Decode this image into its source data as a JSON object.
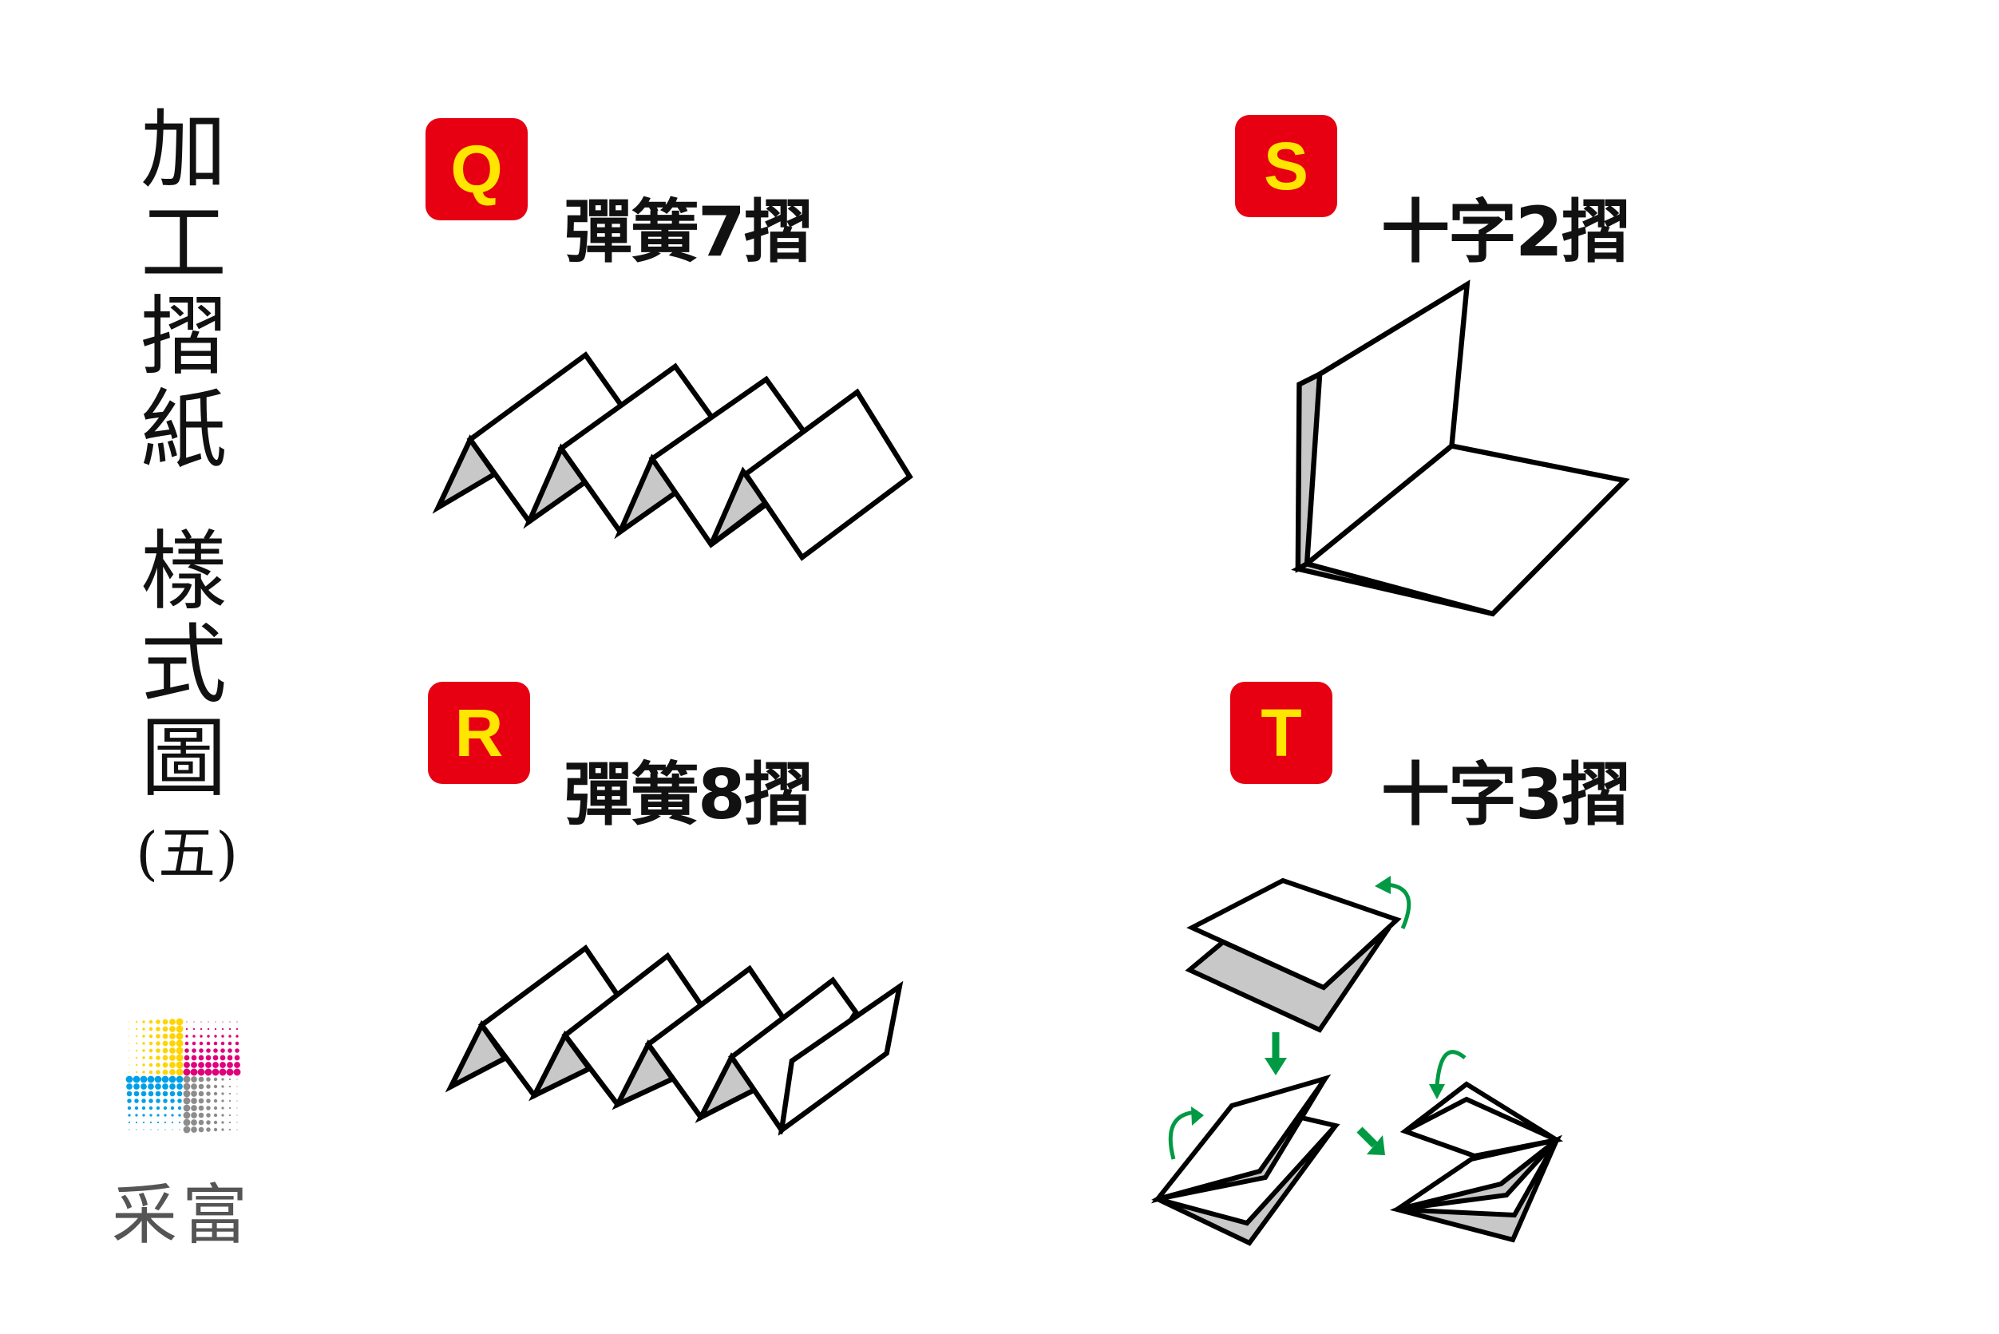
{
  "title": {
    "chars_line1": [
      "加",
      "工",
      "摺",
      "紙"
    ],
    "chars_line2": [
      "樣",
      "式",
      "圖"
    ],
    "suffix": "(五)"
  },
  "colors": {
    "badge_bg": "#e60012",
    "badge_text": "#ffe600",
    "arrow": "#009a44",
    "shade": "#c8c8c8"
  },
  "items": [
    {
      "letter": "Q",
      "label": "彈簧7摺"
    },
    {
      "letter": "S",
      "label": "十字2摺"
    },
    {
      "letter": "R",
      "label": "彈簧8摺"
    },
    {
      "letter": "T",
      "label": "十字3摺"
    }
  ],
  "logo": {
    "text": "采富"
  }
}
